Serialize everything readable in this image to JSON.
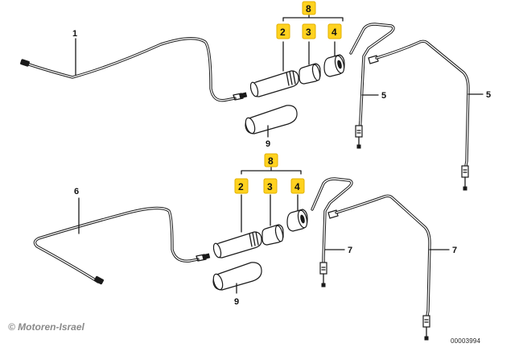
{
  "diagram": {
    "callouts": {
      "p1": "1",
      "p2_top": "2",
      "p3_top": "3",
      "p4_top": "4",
      "p5_a": "5",
      "p5_b": "5",
      "p6": "6",
      "p7_a": "7",
      "p7_b": "7",
      "p8_top": "8",
      "p9_top": "9",
      "p2_bottom": "2",
      "p3_bottom": "3",
      "p4_bottom": "4",
      "p8_bottom": "8",
      "p9_bottom": "9"
    },
    "highlight_color": "#ffd21f",
    "line_color": "#1a1a1a"
  },
  "watermark": "© Motoren-Israel",
  "drawing_code": "00003994"
}
